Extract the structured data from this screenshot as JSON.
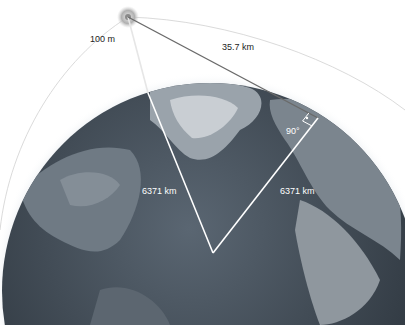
{
  "diagram": {
    "labels": [
      "100 m",
      "35.7 km",
      "6371 km",
      "6371 km",
      "90°"
    ]
  }
}
